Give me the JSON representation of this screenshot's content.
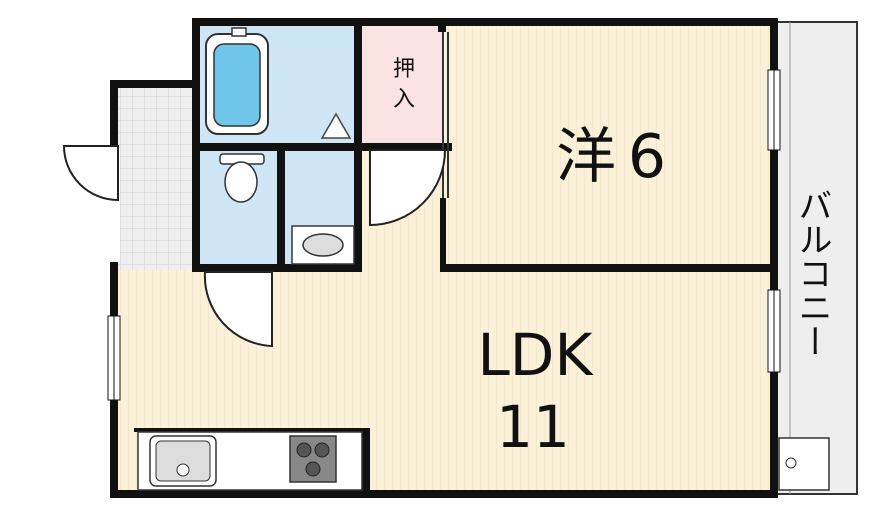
{
  "rooms": {
    "western": {
      "name": "洋",
      "size": "6"
    },
    "closet": {
      "line1": "押",
      "line2": "入"
    },
    "ldk": {
      "name": "LDK",
      "size": "11"
    },
    "balcony": {
      "label": "バルコニー"
    }
  },
  "colors": {
    "wall": "#111111",
    "wood_floor": "#fbf1d9",
    "wood_line": "#ecdcb8",
    "wet_area": "#cfe6f7",
    "closet": "#fbe3e3",
    "balcony": "#eeeeee",
    "entry_tile": "#eeeeee"
  },
  "fixtures": [
    "bathtub-icon",
    "toilet-icon",
    "washbasin-icon",
    "kitchen-sink-icon",
    "gas-stove-icon",
    "washing-machine-pan-icon"
  ]
}
